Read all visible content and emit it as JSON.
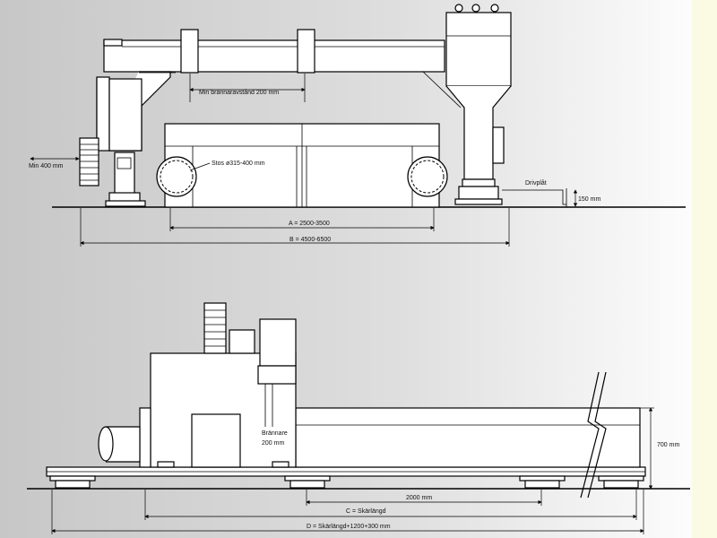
{
  "colors": {
    "background_left": "#c7c7c7",
    "background_right": "#ffffff",
    "border_right": "#fbfbe4",
    "line": "#000000",
    "fill": "#ffffff"
  },
  "top_view": {
    "min_burner_spacing": "Min brännaravstånd 200 mm",
    "min_side": "Min 400 mm",
    "pipe_dia": "Stos ø315-400 mm",
    "drive_plate": "Drivplåt",
    "height_150": "150 mm",
    "dim_a": "A = 2500-3500",
    "dim_b": "B = 4500-6500"
  },
  "bottom_view": {
    "burner_label_line1": "Brännare",
    "burner_label_line2": "200 mm",
    "height_700": "700 mm",
    "dim_2000": "2000 mm",
    "dim_c": "C = Skärlängd",
    "dim_d": "D = Skärlängd+1200+300 mm"
  }
}
